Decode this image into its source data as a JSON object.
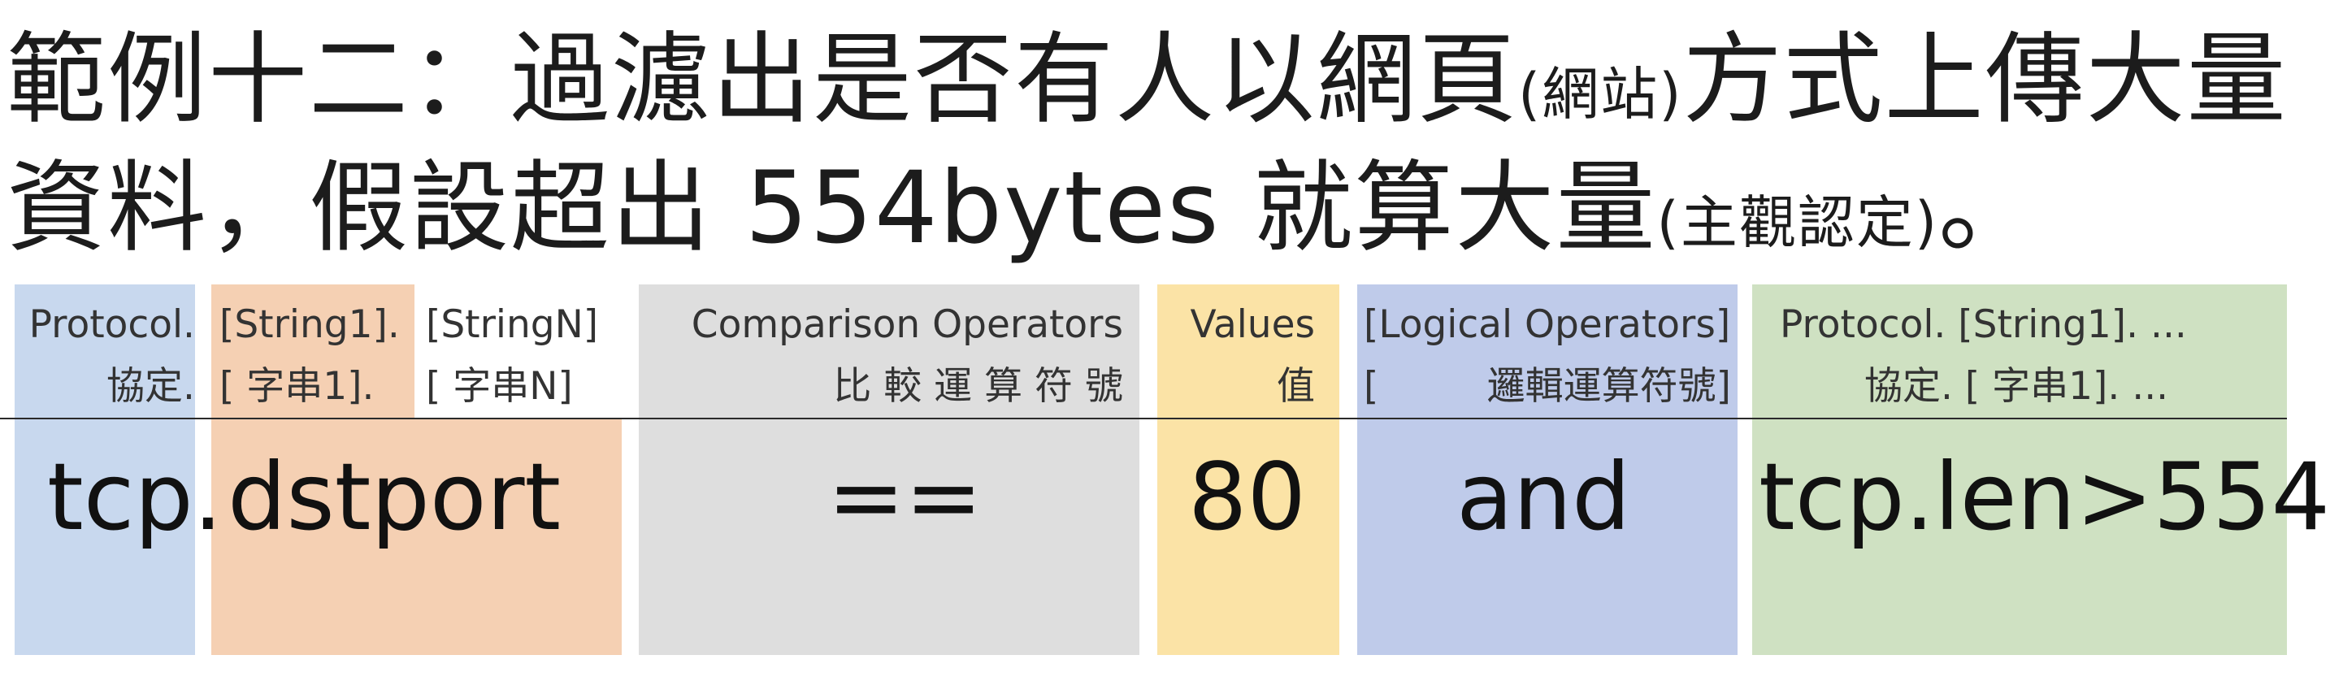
{
  "title": {
    "line1_main": "範例十二：過濾出是否有人以網頁",
    "line1_paren": "(網站)",
    "line1_end": "方式上傳大量",
    "line2_main": "資料，假設超出 554bytes 就算大量",
    "line2_paren": "(主觀認定)",
    "line2_end": "。"
  },
  "columns": {
    "protocol": {
      "header_en": "Protocol.",
      "header_zh": "協定.",
      "value": "tcp.",
      "color": "#c8d8ee"
    },
    "string1": {
      "header_en": "[String1].",
      "header_zh": "[    字串1].",
      "value": "dstport",
      "color": "#f5d0b3"
    },
    "stringN": {
      "header_en": "[StringN]",
      "header_zh": "[    字串N]"
    },
    "comparison": {
      "header_en": "Comparison Operators",
      "header_zh": "比 較 運 算 符 號",
      "value": "==",
      "color": "#dedede"
    },
    "values": {
      "header_en": "Values",
      "header_zh": "值",
      "value": "80",
      "color": "#fbe3a6"
    },
    "logical": {
      "header_en": "[Logical Operators]",
      "header_zh_left": "[",
      "header_zh": "邏輯運算符號]",
      "value": "and",
      "color": "#bfcbea"
    },
    "protocol2": {
      "header_en": "Protocol. [String1]. ...",
      "header_zh": "協定. [    字串1]. ...",
      "value": "tcp.len>554",
      "color": "#cfe1c2"
    }
  }
}
